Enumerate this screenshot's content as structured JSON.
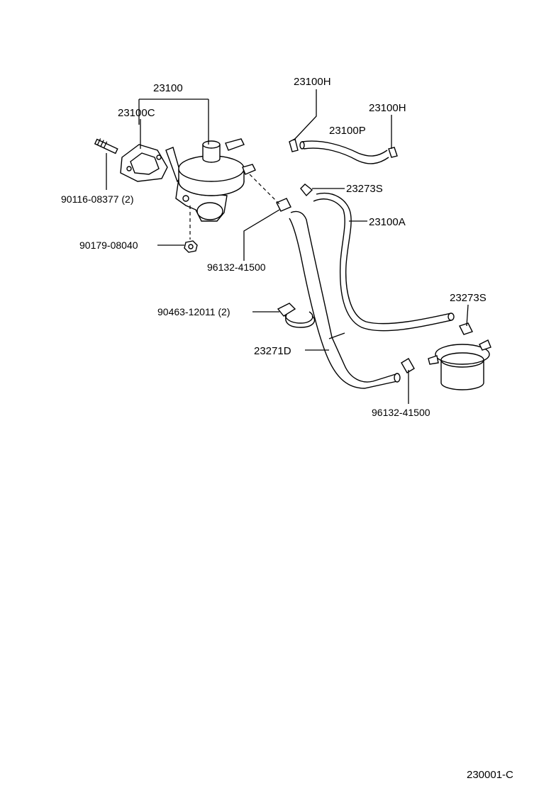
{
  "labels": {
    "fuel_pump": "23100",
    "gasket": "23100C",
    "stud": "90116-08377 (2)",
    "nut": "90179-08040",
    "clip_left": "96132-41500",
    "band": "90463-12011 (2)",
    "hose_h_left": "23100H",
    "hose_h_right": "23100H",
    "hose_p": "23100P",
    "clamp_s_top": "23273S",
    "hose_a": "23100A",
    "clamp_s_right": "23273S",
    "hose_d": "23271D",
    "clip_right": "96132-41500",
    "diagram_code": "230001-C"
  }
}
